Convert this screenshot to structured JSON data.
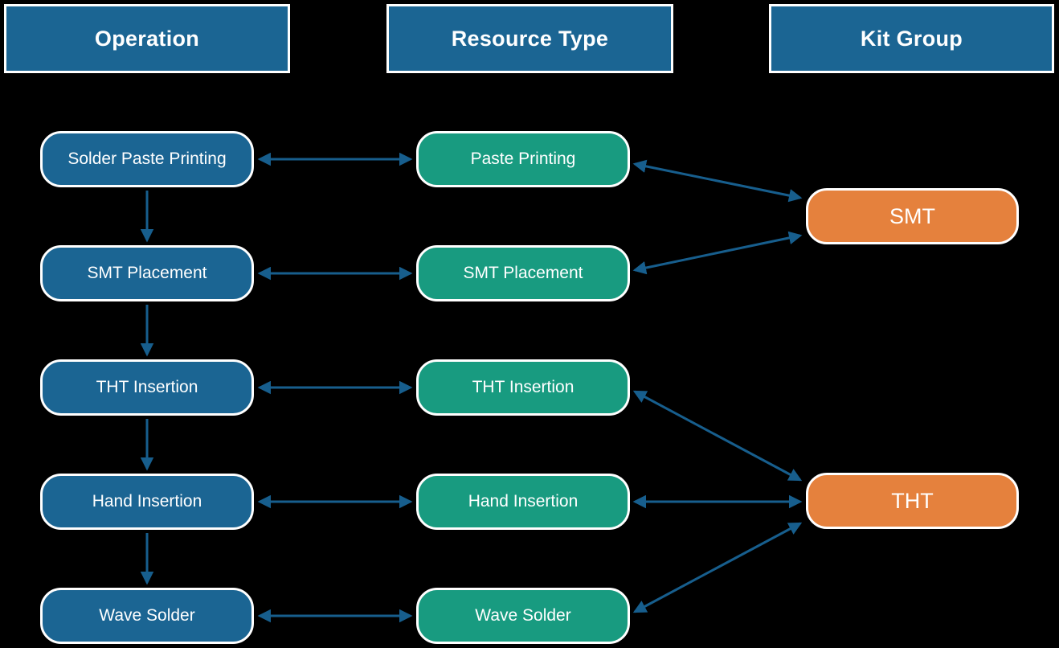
{
  "headers": [
    {
      "label": "Operation"
    },
    {
      "label": "Resource Type"
    },
    {
      "label": "Kit Group"
    }
  ],
  "operations": [
    "Solder Paste Printing",
    "SMT Placement",
    "THT Insertion",
    "Hand Insertion",
    "Wave Solder"
  ],
  "resources": [
    "Paste Printing",
    "SMT Placement",
    "THT Insertion",
    "Hand Insertion",
    "Wave Solder"
  ],
  "kit_groups": [
    "SMT",
    "THT"
  ],
  "connections": {
    "operation_flow": [
      {
        "from": "Solder Paste Printing",
        "to": "SMT Placement"
      },
      {
        "from": "SMT Placement",
        "to": "THT Insertion"
      },
      {
        "from": "THT Insertion",
        "to": "Hand Insertion"
      },
      {
        "from": "Hand Insertion",
        "to": "Wave Solder"
      }
    ],
    "operation_resource": [
      {
        "operation": "Solder Paste Printing",
        "resource": "Paste Printing",
        "bidirectional": true
      },
      {
        "operation": "SMT Placement",
        "resource": "SMT Placement",
        "bidirectional": true
      },
      {
        "operation": "THT Insertion",
        "resource": "THT Insertion",
        "bidirectional": true
      },
      {
        "operation": "Hand Insertion",
        "resource": "Hand Insertion",
        "bidirectional": true
      },
      {
        "operation": "Wave Solder",
        "resource": "Wave Solder",
        "bidirectional": true
      }
    ],
    "resource_kit": [
      {
        "resource": "Paste Printing",
        "kit_group": "SMT",
        "bidirectional": true
      },
      {
        "resource": "SMT Placement",
        "kit_group": "SMT",
        "bidirectional": true
      },
      {
        "resource": "THT Insertion",
        "kit_group": "THT",
        "bidirectional": true
      },
      {
        "resource": "Hand Insertion",
        "kit_group": "THT",
        "bidirectional": true
      },
      {
        "resource": "Wave Solder",
        "kit_group": "THT",
        "bidirectional": true
      }
    ]
  },
  "colors": {
    "background": "#000000",
    "text": "#ffffff",
    "header_fill": "#1b6593",
    "operation_fill": "#1b6593",
    "resource_fill": "#189b80",
    "kit_group_fill": "#e5813d",
    "arrow": "#175e8d",
    "node_border": "#ffffff"
  }
}
